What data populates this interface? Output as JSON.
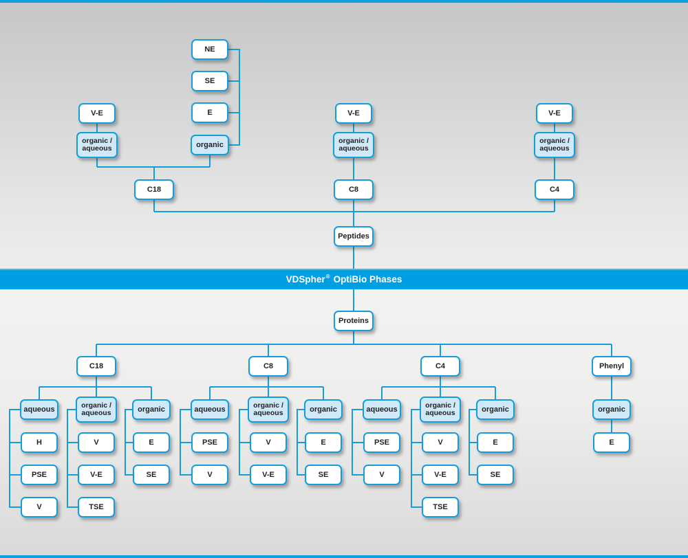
{
  "banner": {
    "brand": "VDSpher",
    "registered": "®",
    "suffix": "OptiBio Phases"
  },
  "colors": {
    "banner_blue": "#009ee2",
    "line_and_border_blue": "#149dd9",
    "mode_box_fill": "#cfe9f8",
    "node_fill": "#ffffff",
    "text_color": "#252123"
  },
  "peptides": {
    "root": "Peptides",
    "columns": [
      {
        "name": "C18",
        "modes": [
          {
            "label": "organic /\naqueous",
            "elutions": [
              "V-E"
            ]
          },
          {
            "label": "organic",
            "elutions": [
              "NE",
              "SE",
              "E"
            ]
          }
        ]
      },
      {
        "name": "C8",
        "modes": [
          {
            "label": "organic /\naqueous",
            "elutions": [
              "V-E"
            ]
          }
        ]
      },
      {
        "name": "C4",
        "modes": [
          {
            "label": "organic /\naqueous",
            "elutions": [
              "V-E"
            ]
          }
        ]
      }
    ]
  },
  "proteins": {
    "root": "Proteins",
    "columns": [
      {
        "name": "C18",
        "modes": [
          {
            "label": "aqueous",
            "elutions": [
              "H",
              "PSE",
              "V"
            ]
          },
          {
            "label": "organic /\naqueous",
            "elutions": [
              "V",
              "V-E",
              "TSE"
            ]
          },
          {
            "label": "organic",
            "elutions": [
              "E",
              "SE"
            ]
          }
        ]
      },
      {
        "name": "C8",
        "modes": [
          {
            "label": "aqueous",
            "elutions": [
              "PSE",
              "V"
            ]
          },
          {
            "label": "organic /\naqueous",
            "elutions": [
              "V",
              "V-E"
            ]
          },
          {
            "label": "organic",
            "elutions": [
              "E",
              "SE"
            ]
          }
        ]
      },
      {
        "name": "C4",
        "modes": [
          {
            "label": "aqueous",
            "elutions": [
              "PSE",
              "V"
            ]
          },
          {
            "label": "organic /\naqueous",
            "elutions": [
              "V",
              "V-E",
              "TSE"
            ]
          },
          {
            "label": "organic",
            "elutions": [
              "E",
              "SE"
            ]
          }
        ]
      },
      {
        "name": "Phenyl",
        "modes": [
          {
            "label": "organic",
            "elutions": [
              "E"
            ]
          }
        ]
      }
    ]
  }
}
